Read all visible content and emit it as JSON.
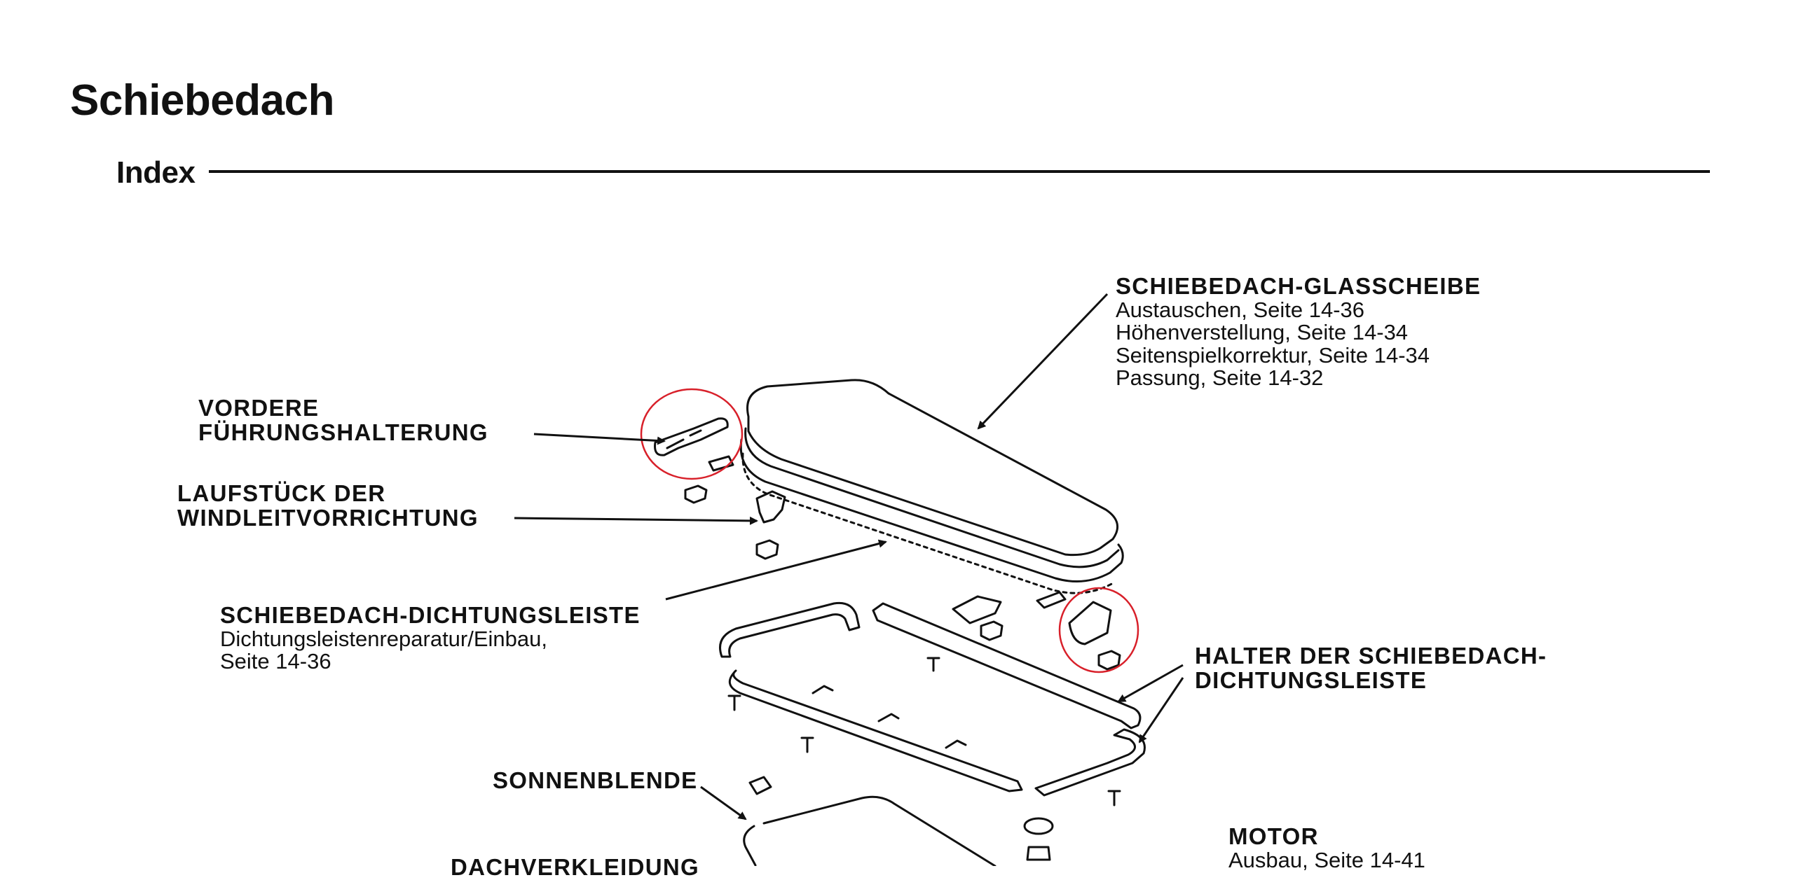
{
  "title": "Schiebedach",
  "section": "Index",
  "callouts": {
    "glass": {
      "head": "SCHIEBEDACH-GLASSCHEIBE",
      "lines": [
        "Austauschen, Seite 14-36",
        "Höhenverstellung, Seite 14-34",
        "Seitenspielkorrektur, Seite 14-34",
        "Passung, Seite 14-32"
      ]
    },
    "front_guide": {
      "head": [
        "VORDERE",
        "FÜHRUNGSHALTERUNG"
      ]
    },
    "deflector_slider": {
      "head": [
        "LAUFSTÜCK DER",
        "WINDLEITVORRICHTUNG"
      ]
    },
    "seal": {
      "head": "SCHIEBEDACH-DICHTUNGSLEISTE",
      "lines": [
        "Dichtungsleistenreparatur/Einbau,",
        "Seite 14-36"
      ]
    },
    "seal_holder": {
      "head": [
        "HALTER DER SCHIEBEDACH-",
        "DICHTUNGSLEISTE"
      ]
    },
    "sunshade": {
      "head": "SONNENBLENDE"
    },
    "headliner": {
      "head": "DACHVERKLEIDUNG"
    },
    "motor": {
      "head": "MOTOR",
      "lines": [
        "Ausbau, Seite 14-41"
      ]
    }
  },
  "colors": {
    "ink": "#111111",
    "highlight": "#d8202a"
  }
}
